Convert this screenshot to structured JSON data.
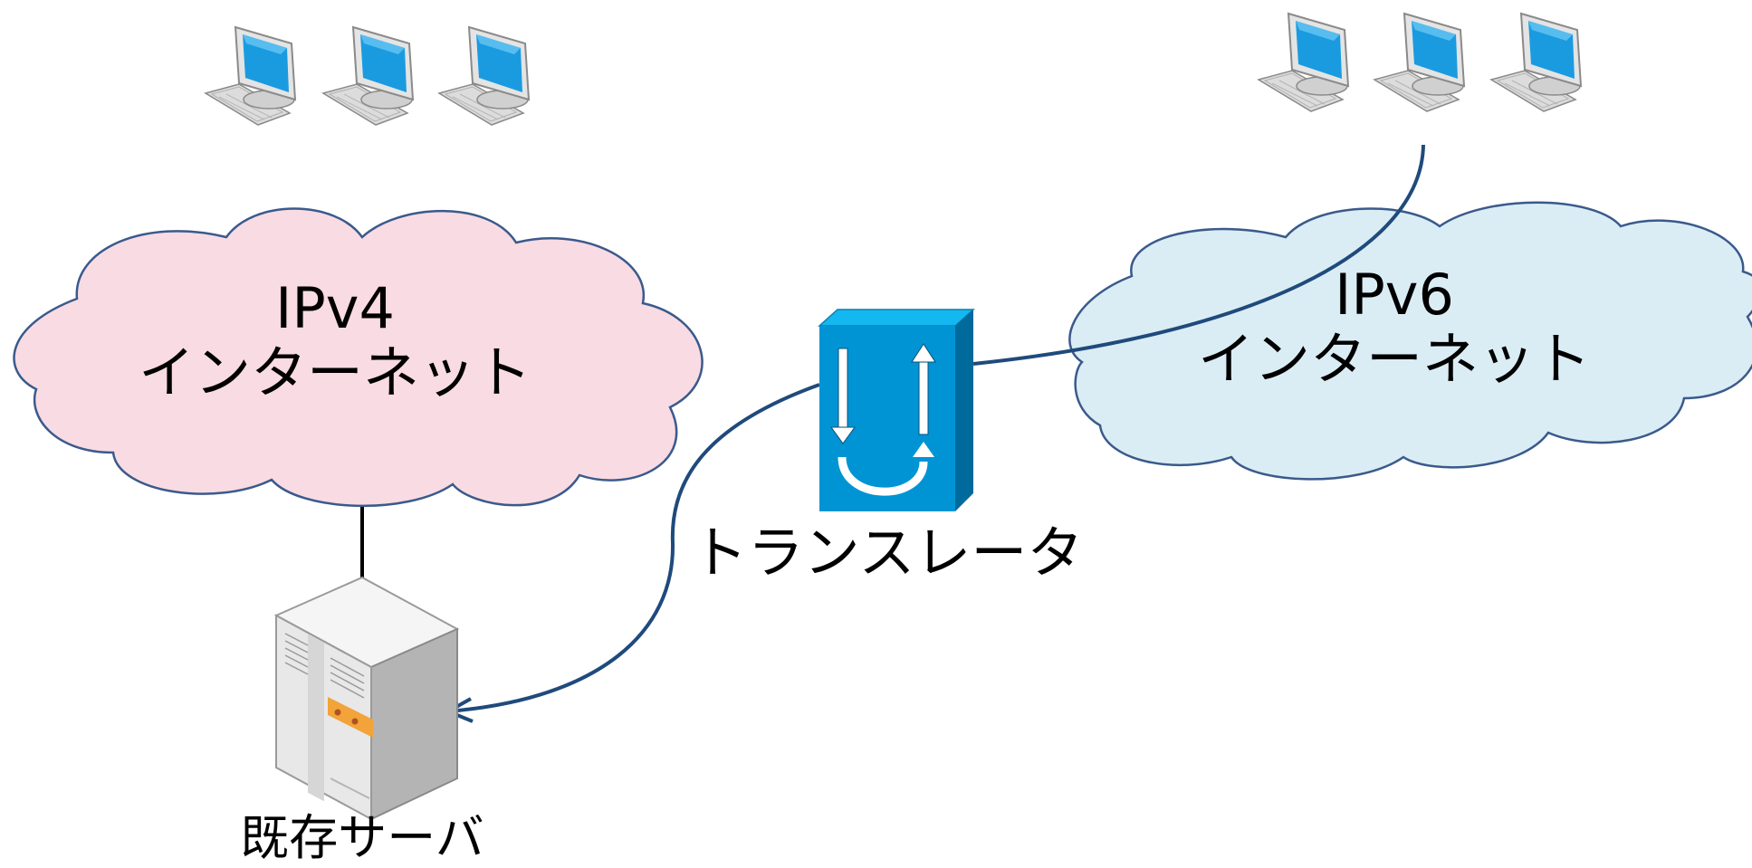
{
  "labels": {
    "ipv4_line1": "IPv4",
    "ipv4_line2": "インターネット",
    "ipv6_line1": "IPv6",
    "ipv6_line2": "インターネット",
    "translator": "トランスレータ",
    "server": "既存サーバ"
  },
  "colors": {
    "ipv4_cloud_fill": "#f9dbe3",
    "ipv6_cloud_fill": "#dbedf4",
    "cloud_stroke": "#3a5a8c",
    "connection_line": "#1f4a7c",
    "translator_front": "#0094d4",
    "translator_top": "#14b8f0",
    "translator_side": "#006a9c",
    "server_body": "#e8e8e8",
    "server_accent": "#f2a33a",
    "monitor_screen": "#1a9be0"
  },
  "icons": {
    "ipv4_clients": [
      "computer-icon",
      "computer-icon",
      "computer-icon"
    ],
    "ipv6_clients": [
      "computer-icon",
      "computer-icon",
      "computer-icon"
    ],
    "translator": "translator-icon",
    "server": "server-icon"
  }
}
